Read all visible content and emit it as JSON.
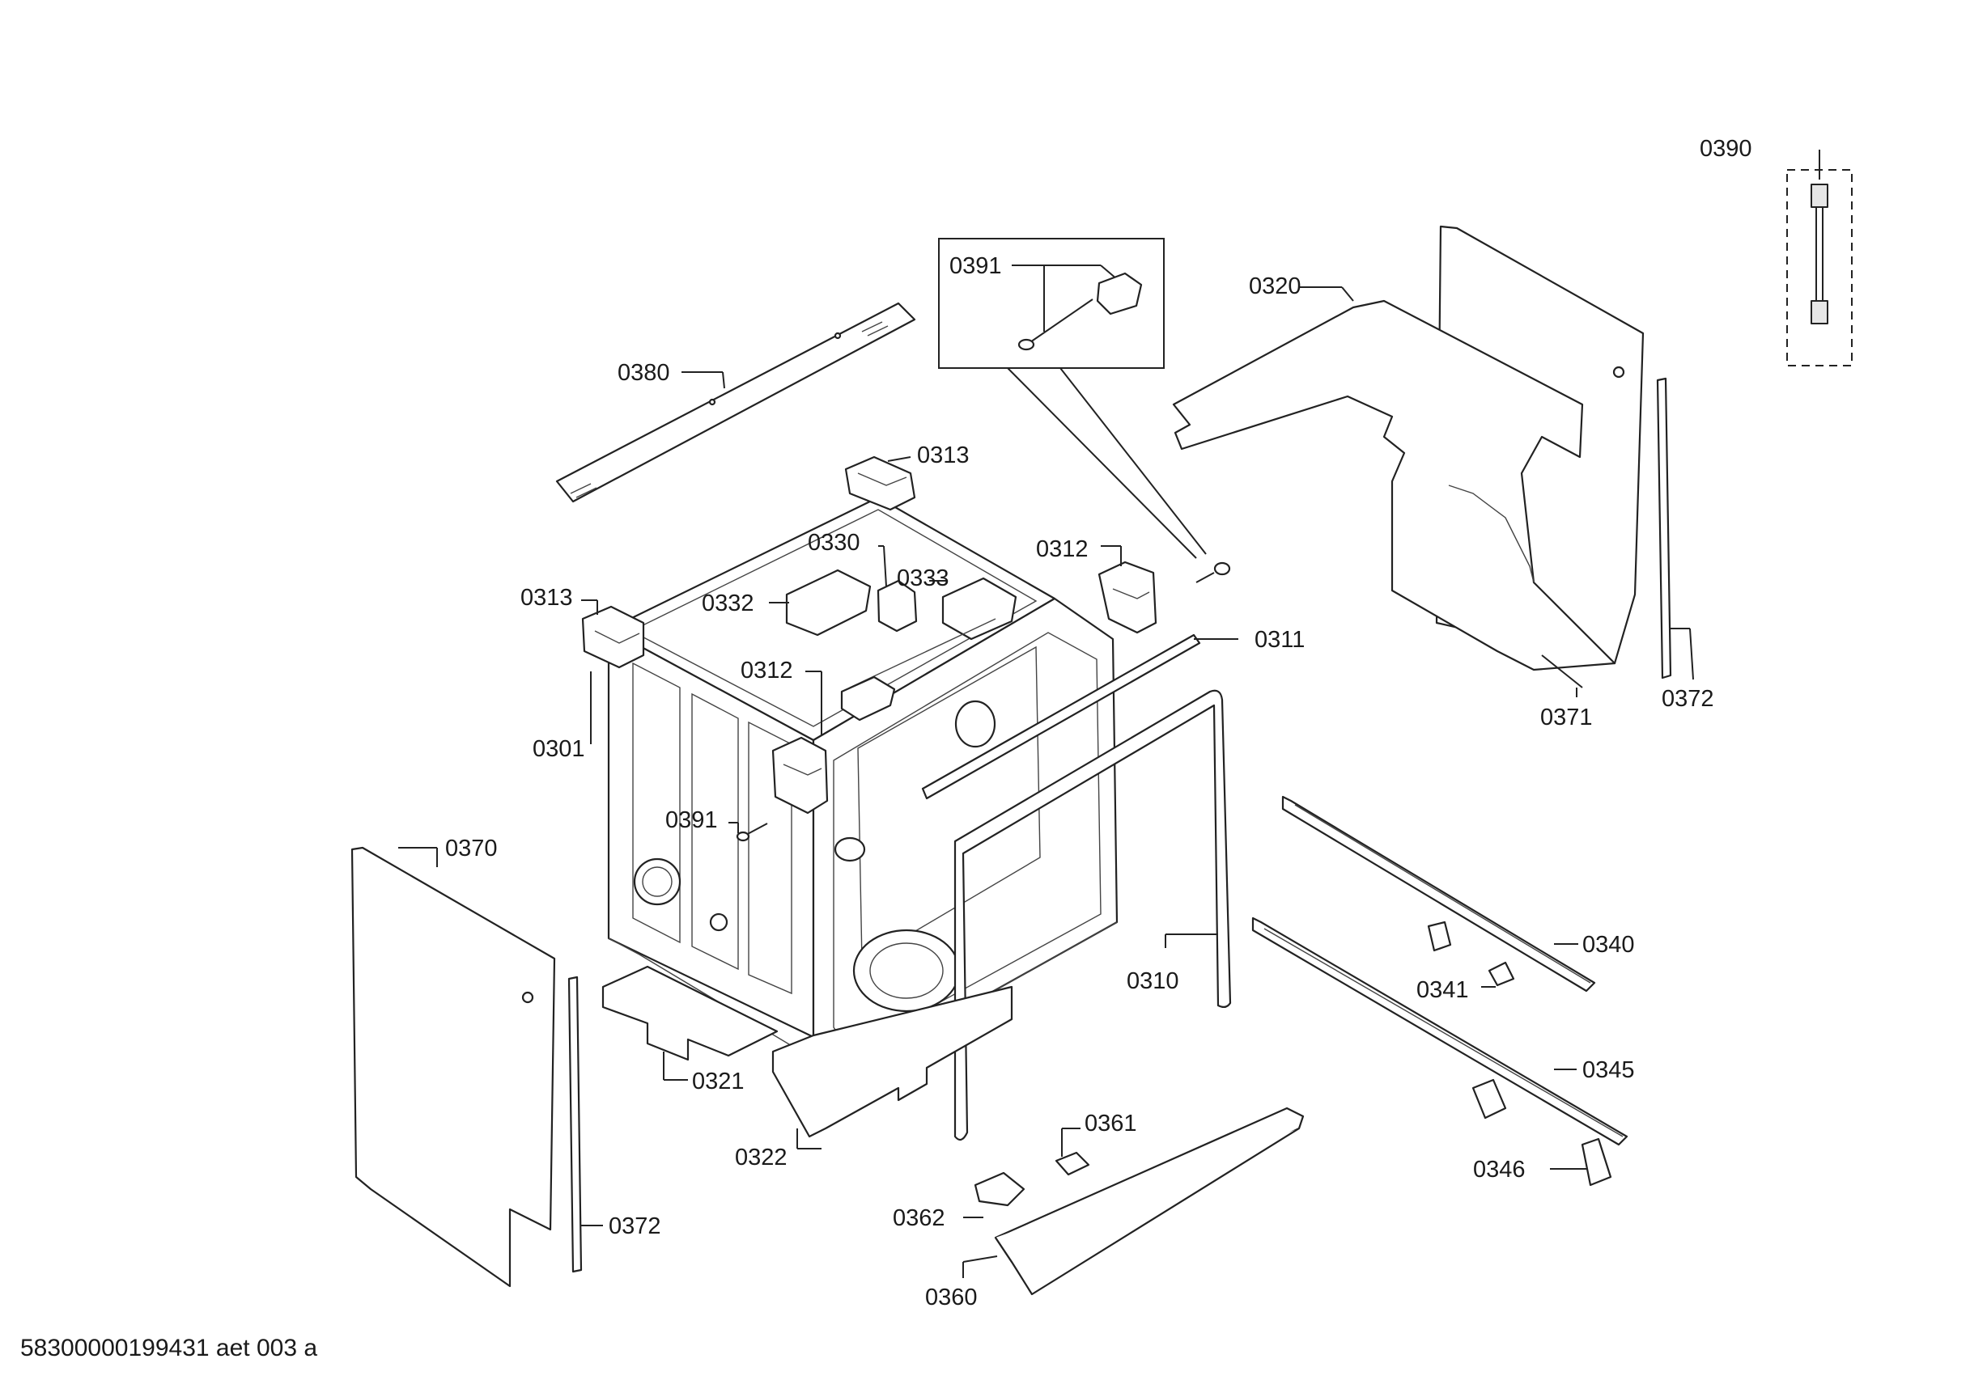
{
  "diagram": {
    "labels": {
      "l0390": "0390",
      "l0391_top": "0391",
      "l0320": "0320",
      "l0380": "0380",
      "l0313_top": "0313",
      "l0330": "0330",
      "l0312_right": "0312",
      "l0333": "0333",
      "l0332": "0332",
      "l0313_left": "0313",
      "l0312_mid": "0312",
      "l0311": "0311",
      "l0301": "0301",
      "l0371": "0371",
      "l0372_right": "0372",
      "l0391_mid": "0391",
      "l0370": "0370",
      "l0340": "0340",
      "l0310": "0310",
      "l0341": "0341",
      "l0345": "0345",
      "l0321": "0321",
      "l0361": "0361",
      "l0322": "0322",
      "l0346": "0346",
      "l0372_left": "0372",
      "l0362": "0362",
      "l0360": "0360"
    },
    "footer": "58300000199431 aet 003 a"
  }
}
